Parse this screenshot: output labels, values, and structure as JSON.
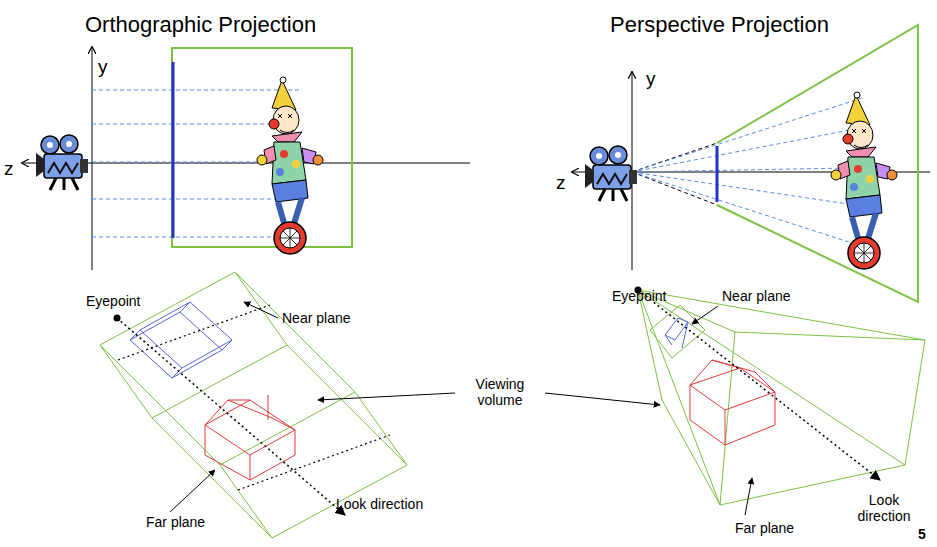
{
  "diagram": {
    "labels": [
      "Orthographic Projection",
      "Perspective Projection",
      "y",
      "z",
      "y",
      "z",
      "Eyepoint",
      "Near plane",
      "Viewing volume",
      "Look direction",
      "Far plane",
      "Eyepoint",
      "Near plane",
      "Far plane",
      "Look direction",
      "5"
    ]
  }
}
